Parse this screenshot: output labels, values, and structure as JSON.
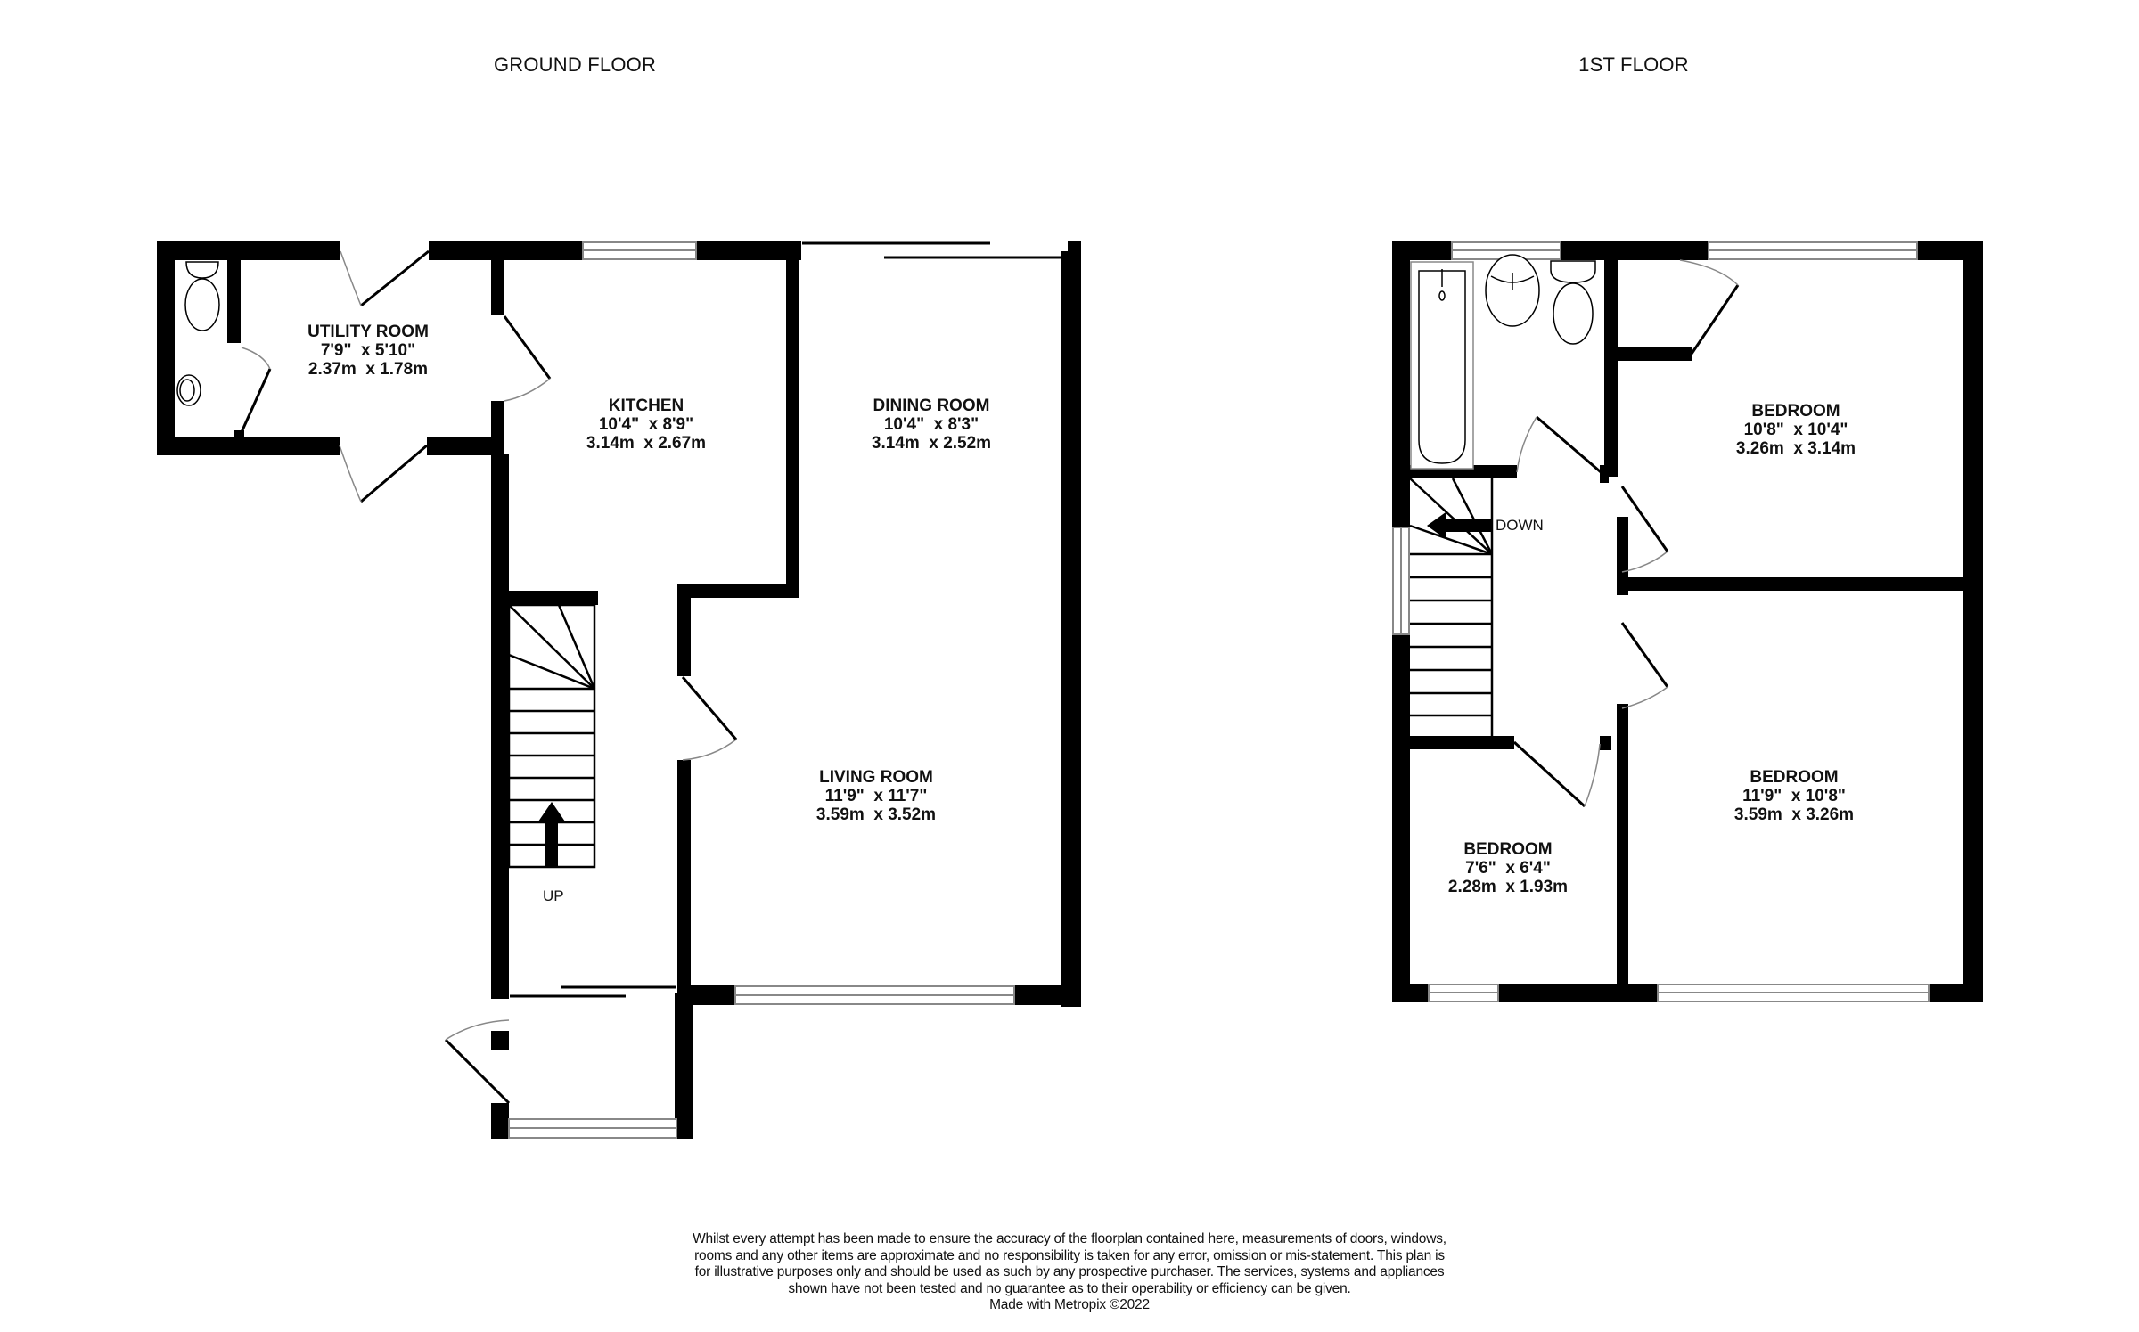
{
  "floors": {
    "ground": {
      "title": "GROUND FLOOR",
      "rooms": [
        {
          "name": "UTILITY ROOM",
          "imperial": "7'9\"  x 5'10\"",
          "metric": "2.37m  x 1.78m"
        },
        {
          "name": "KITCHEN",
          "imperial": "10'4\"  x 8'9\"",
          "metric": "3.14m  x 2.67m"
        },
        {
          "name": "DINING ROOM",
          "imperial": "10'4\"  x 8'3\"",
          "metric": "3.14m  x 2.52m"
        },
        {
          "name": "LIVING ROOM",
          "imperial": "11'9\"  x 11'7\"",
          "metric": "3.59m  x 3.52m"
        }
      ],
      "stairs_label": "UP"
    },
    "first": {
      "title": "1ST FLOOR",
      "rooms": [
        {
          "name": "BEDROOM",
          "imperial": "10'8\"  x 10'4\"",
          "metric": "3.26m  x 3.14m"
        },
        {
          "name": "BEDROOM",
          "imperial": "11'9\"  x 10'8\"",
          "metric": "3.59m  x 3.26m"
        },
        {
          "name": "BEDROOM",
          "imperial": "7'6\"  x 6'4\"",
          "metric": "2.28m  x 1.93m"
        }
      ],
      "stairs_label": "DOWN"
    }
  },
  "disclaimer": {
    "text": "Whilst every attempt has been made to ensure the accuracy of the floorplan contained here, measurements of doors, windows, rooms and any other items are approximate and no responsibility is taken for any error, omission or mis-statement. This plan is for illustrative purposes only and should be used as such by any prospective purchaser. The services, systems and appliances shown have not been tested and no guarantee as to their operability or efficiency can be given.",
    "credit": "Made with Metropix ©2022"
  },
  "colors": {
    "wall": "#000000",
    "background": "#ffffff",
    "window": "#888888",
    "door_arc": "#888888"
  }
}
